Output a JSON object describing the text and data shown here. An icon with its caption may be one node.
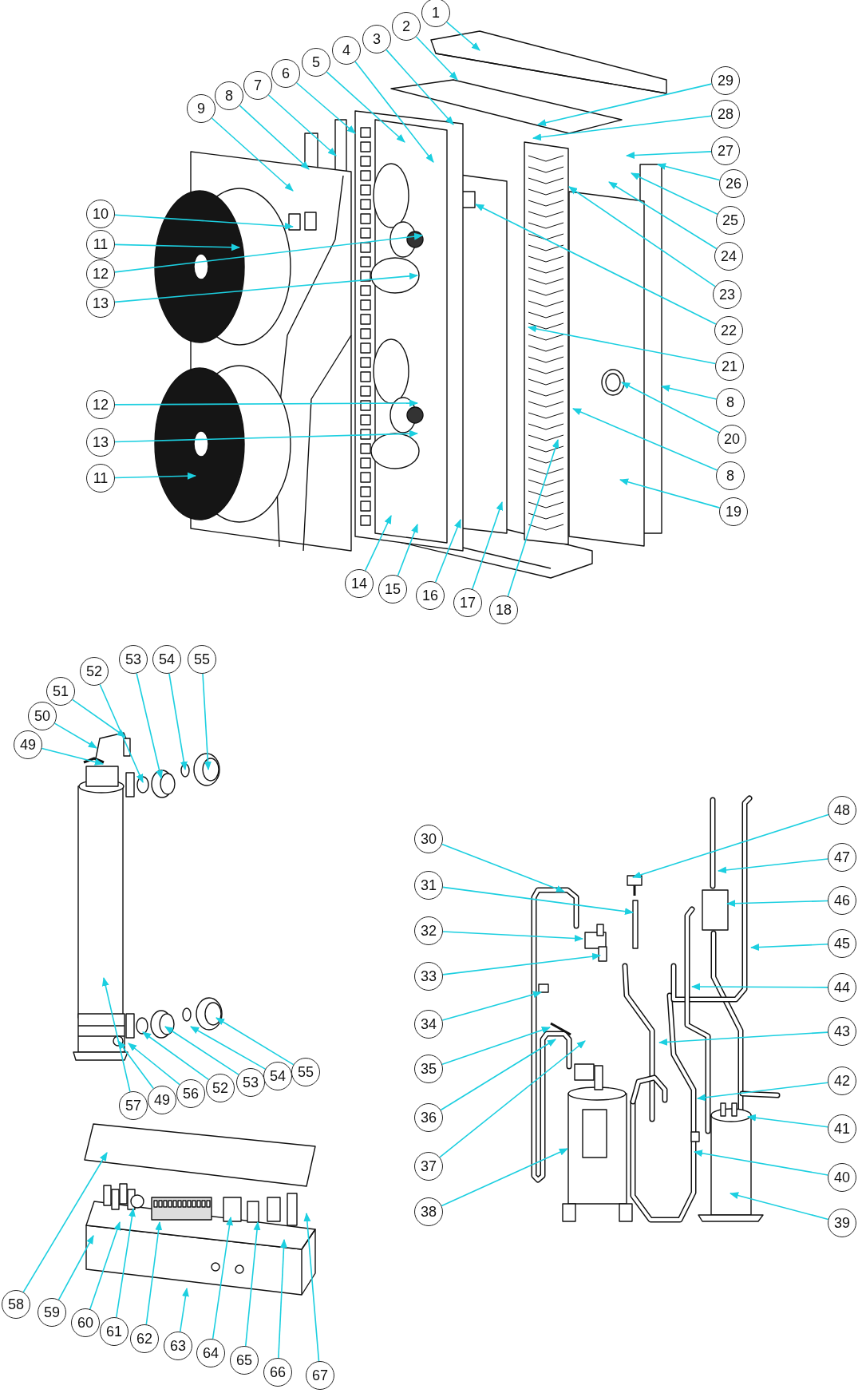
{
  "diagram": {
    "nodes": [
      {
        "text": [
          "1"
        ]
      },
      {
        "text": [
          "2"
        ]
      },
      {
        "text": [
          "3"
        ]
      },
      {
        "text": [
          "4"
        ]
      },
      {
        "text": [
          "5"
        ]
      },
      {
        "text": [
          "6"
        ]
      },
      {
        "text": [
          "7"
        ]
      },
      {
        "text": [
          "8"
        ]
      },
      {
        "text": [
          "9"
        ]
      },
      {
        "text": [
          "10"
        ]
      },
      {
        "text": [
          "11"
        ]
      },
      {
        "text": [
          "12"
        ]
      },
      {
        "text": [
          "13"
        ]
      },
      {
        "text": [
          "12"
        ]
      },
      {
        "text": [
          "13"
        ]
      },
      {
        "text": [
          "11"
        ]
      },
      {
        "text": [
          "14"
        ]
      },
      {
        "text": [
          "15"
        ]
      },
      {
        "text": [
          "16"
        ]
      },
      {
        "text": [
          "17"
        ]
      },
      {
        "text": [
          "18"
        ]
      },
      {
        "text": [
          "19"
        ]
      },
      {
        "text": [
          "8"
        ]
      },
      {
        "text": [
          "20"
        ]
      },
      {
        "text": [
          "8"
        ]
      },
      {
        "text": [
          "21"
        ]
      },
      {
        "text": [
          "22"
        ]
      },
      {
        "text": [
          "23"
        ]
      },
      {
        "text": [
          "24"
        ]
      },
      {
        "text": [
          "25"
        ]
      },
      {
        "text": [
          "26"
        ]
      },
      {
        "text": [
          "27"
        ]
      },
      {
        "text": [
          "28"
        ]
      },
      {
        "text": [
          "29"
        ]
      },
      {
        "text": [
          "49"
        ]
      },
      {
        "text": [
          "50"
        ]
      },
      {
        "text": [
          "51"
        ]
      },
      {
        "text": [
          "52"
        ]
      },
      {
        "text": [
          "53"
        ]
      },
      {
        "text": [
          "54"
        ]
      },
      {
        "text": [
          "55"
        ]
      },
      {
        "text": [
          "55"
        ]
      },
      {
        "text": [
          "54"
        ]
      },
      {
        "text": [
          "53"
        ]
      },
      {
        "text": [
          "52"
        ]
      },
      {
        "text": [
          "56"
        ]
      },
      {
        "text": [
          "49"
        ]
      },
      {
        "text": [
          "57"
        ]
      },
      {
        "text": [
          "30"
        ]
      },
      {
        "text": [
          "31"
        ]
      },
      {
        "text": [
          "32"
        ]
      },
      {
        "text": [
          "33"
        ]
      },
      {
        "text": [
          "34"
        ]
      },
      {
        "text": [
          "35"
        ]
      },
      {
        "text": [
          "36"
        ]
      },
      {
        "text": [
          "37"
        ]
      },
      {
        "text": [
          "38"
        ]
      },
      {
        "text": [
          "48"
        ]
      },
      {
        "text": [
          "47"
        ]
      },
      {
        "text": [
          "46"
        ]
      },
      {
        "text": [
          "45"
        ]
      },
      {
        "text": [
          "44"
        ]
      },
      {
        "text": [
          "43"
        ]
      },
      {
        "text": [
          "42"
        ]
      },
      {
        "text": [
          "41"
        ]
      },
      {
        "text": [
          "40"
        ]
      },
      {
        "text": [
          "39"
        ]
      },
      {
        "text": [
          "58"
        ]
      },
      {
        "text": [
          "59"
        ]
      },
      {
        "text": [
          "60"
        ]
      },
      {
        "text": [
          "61"
        ]
      },
      {
        "text": [
          "62"
        ]
      },
      {
        "text": [
          "63"
        ]
      },
      {
        "text": [
          "64"
        ]
      },
      {
        "text": [
          "65"
        ]
      },
      {
        "text": [
          "66"
        ]
      },
      {
        "text": [
          "67"
        ]
      }
    ],
    "edges": [
      {
        "from": 0,
        "to": null,
        "arrow": "to"
      },
      {
        "from": 1,
        "to": null,
        "arrow": "to"
      },
      {
        "from": 2,
        "to": null,
        "arrow": "to"
      },
      {
        "from": 3,
        "to": null,
        "arrow": "to"
      },
      {
        "from": 4,
        "to": null,
        "arrow": "to"
      },
      {
        "from": 5,
        "to": null,
        "arrow": "to"
      },
      {
        "from": 6,
        "to": null,
        "arrow": "to"
      },
      {
        "from": 7,
        "to": null,
        "arrow": "to"
      },
      {
        "from": 8,
        "to": null,
        "arrow": "to"
      },
      {
        "from": 9,
        "to": null,
        "arrow": "to"
      },
      {
        "from": 10,
        "to": null,
        "arrow": "to"
      },
      {
        "from": 11,
        "to": null,
        "arrow": "to"
      },
      {
        "from": 12,
        "to": null,
        "arrow": "to"
      },
      {
        "from": 13,
        "to": null,
        "arrow": "to"
      },
      {
        "from": 14,
        "to": null,
        "arrow": "to"
      },
      {
        "from": 15,
        "to": null,
        "arrow": "to"
      },
      {
        "from": 16,
        "to": null,
        "arrow": "to"
      },
      {
        "from": 17,
        "to": null,
        "arrow": "to"
      },
      {
        "from": 18,
        "to": null,
        "arrow": "to"
      },
      {
        "from": 19,
        "to": null,
        "arrow": "to"
      },
      {
        "from": 20,
        "to": null,
        "arrow": "to"
      },
      {
        "from": 21,
        "to": null,
        "arrow": "to"
      },
      {
        "from": 22,
        "to": null,
        "arrow": "to"
      },
      {
        "from": 23,
        "to": null,
        "arrow": "to"
      },
      {
        "from": 24,
        "to": null,
        "arrow": "to"
      },
      {
        "from": 25,
        "to": null,
        "arrow": "to"
      },
      {
        "from": 26,
        "to": null,
        "arrow": "to"
      },
      {
        "from": 27,
        "to": null,
        "arrow": "to"
      },
      {
        "from": 28,
        "to": null,
        "arrow": "to"
      },
      {
        "from": 29,
        "to": null,
        "arrow": "to"
      },
      {
        "from": 30,
        "to": null,
        "arrow": "to"
      },
      {
        "from": 31,
        "to": null,
        "arrow": "to"
      },
      {
        "from": 32,
        "to": null,
        "arrow": "to"
      },
      {
        "from": 33,
        "to": null,
        "arrow": "to"
      },
      {
        "from": 34,
        "to": null,
        "arrow": "to"
      },
      {
        "from": 35,
        "to": null,
        "arrow": "to"
      },
      {
        "from": 36,
        "to": null,
        "arrow": "to"
      },
      {
        "from": 37,
        "to": null,
        "arrow": "to"
      },
      {
        "from": 38,
        "to": null,
        "arrow": "to"
      },
      {
        "from": 39,
        "to": null,
        "arrow": "to"
      },
      {
        "from": 40,
        "to": null,
        "arrow": "to"
      },
      {
        "from": 41,
        "to": null,
        "arrow": "to"
      },
      {
        "from": 42,
        "to": null,
        "arrow": "to"
      },
      {
        "from": 43,
        "to": null,
        "arrow": "to"
      },
      {
        "from": 44,
        "to": null,
        "arrow": "to"
      },
      {
        "from": 45,
        "to": null,
        "arrow": "to"
      },
      {
        "from": 46,
        "to": null,
        "arrow": "to"
      },
      {
        "from": 47,
        "to": null,
        "arrow": "to"
      },
      {
        "from": 48,
        "to": null,
        "arrow": "to"
      },
      {
        "from": 49,
        "to": null,
        "arrow": "to"
      },
      {
        "from": 50,
        "to": null,
        "arrow": "to"
      },
      {
        "from": 51,
        "to": null,
        "arrow": "to"
      },
      {
        "from": 52,
        "to": null,
        "arrow": "to"
      },
      {
        "from": 53,
        "to": null,
        "arrow": "to"
      },
      {
        "from": 54,
        "to": null,
        "arrow": "to"
      },
      {
        "from": 55,
        "to": null,
        "arrow": "to"
      },
      {
        "from": 56,
        "to": null,
        "arrow": "to"
      },
      {
        "from": 57,
        "to": null,
        "arrow": "to"
      },
      {
        "from": 58,
        "to": null,
        "arrow": "to"
      },
      {
        "from": 59,
        "to": null,
        "arrow": "to"
      },
      {
        "from": 60,
        "to": null,
        "arrow": "to"
      },
      {
        "from": 61,
        "to": null,
        "arrow": "to"
      },
      {
        "from": 62,
        "to": null,
        "arrow": "to"
      },
      {
        "from": 63,
        "to": null,
        "arrow": "to"
      },
      {
        "from": 64,
        "to": null,
        "arrow": "to"
      },
      {
        "from": 65,
        "to": null,
        "arrow": "to"
      },
      {
        "from": 66,
        "to": null,
        "arrow": "to"
      },
      {
        "from": 67,
        "to": null,
        "arrow": "to"
      },
      {
        "from": 68,
        "to": null,
        "arrow": "to"
      },
      {
        "from": 69,
        "to": null,
        "arrow": "to"
      },
      {
        "from": 70,
        "to": null,
        "arrow": "to"
      },
      {
        "from": 71,
        "to": null,
        "arrow": "to"
      },
      {
        "from": 72,
        "to": null,
        "arrow": "to"
      },
      {
        "from": 73,
        "to": null,
        "arrow": "to"
      },
      {
        "from": 74,
        "to": null,
        "arrow": "to"
      },
      {
        "from": 75,
        "to": null,
        "arrow": "to"
      },
      {
        "from": 76,
        "to": null,
        "arrow": "to"
      }
    ]
  }
}
